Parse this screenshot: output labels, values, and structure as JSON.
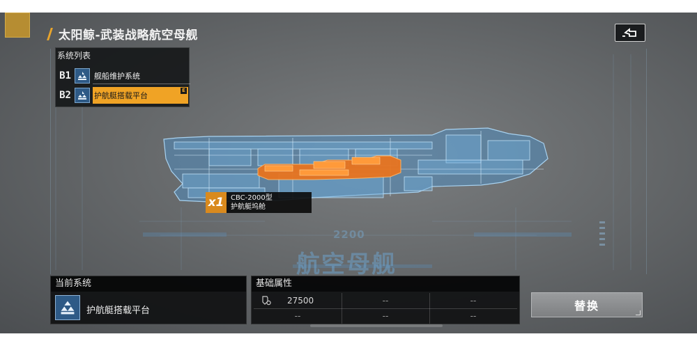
{
  "title": "太阳鲸-武装战略航空母舰",
  "system_list": {
    "header": "系统列表",
    "items": [
      {
        "code": "B1",
        "name": "舰船维护系统",
        "selected": false,
        "badge": ""
      },
      {
        "code": "B2",
        "name": "护航艇搭载平台",
        "selected": true,
        "badge": "E"
      }
    ]
  },
  "callout": {
    "count": "x1",
    "line1": "CBC-2000型",
    "line2": "护航艇坞舱"
  },
  "hologram": {
    "number": "2200",
    "text": "航空母舰"
  },
  "current_system": {
    "header": "当前系统",
    "name": "护航艇搭载平台"
  },
  "base_attributes": {
    "header": "基础属性",
    "values": [
      "27500",
      "--",
      "--",
      "--",
      "--",
      "--"
    ]
  },
  "replace_button": "替换",
  "colors": {
    "accent": "#f0a325",
    "icon_blue": "#2e5a86",
    "hologram": "#5b9fd6",
    "highlight_module": "#e8741f"
  },
  "icons": {
    "back": "back-arrow-icon",
    "system": "carrier-emblem-icon",
    "attribute": "shield-gear-icon"
  }
}
